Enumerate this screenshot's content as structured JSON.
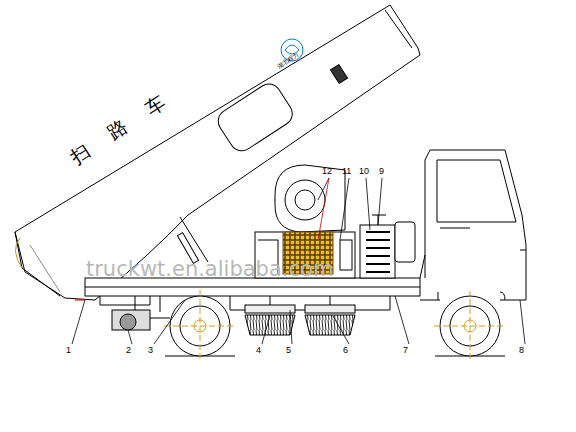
{
  "diagram": {
    "labels": [
      "扫路车",
      "湖北程力",
      "truckwt.en.alibaba.com",
      "1",
      "2",
      "3",
      "4",
      "5",
      "6",
      "7",
      "8",
      "9",
      "10",
      "11",
      "12"
    ]
  }
}
